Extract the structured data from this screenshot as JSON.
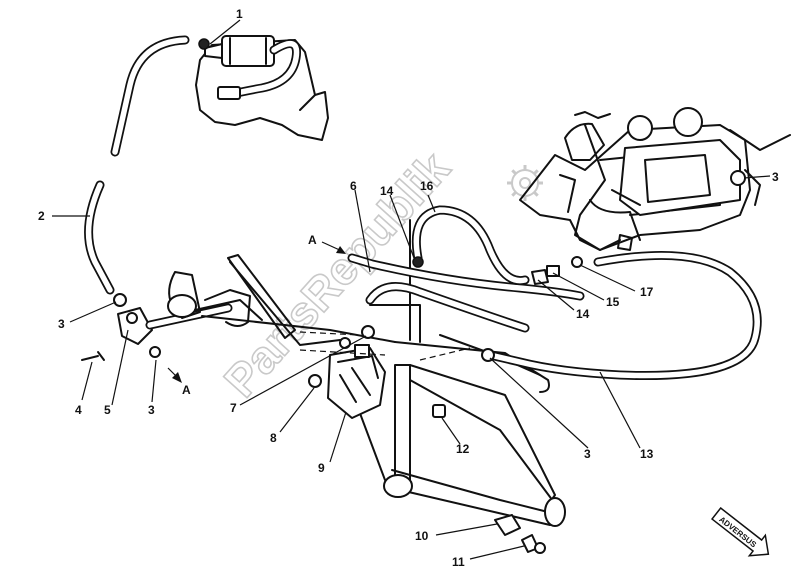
{
  "callouts": [
    {
      "id": "c1",
      "text": "1"
    },
    {
      "id": "c2",
      "text": "2"
    },
    {
      "id": "c3a",
      "text": "3"
    },
    {
      "id": "c3b",
      "text": "3"
    },
    {
      "id": "c3c",
      "text": "3"
    },
    {
      "id": "c3d",
      "text": "3"
    },
    {
      "id": "c4",
      "text": "4"
    },
    {
      "id": "c5",
      "text": "5"
    },
    {
      "id": "c6",
      "text": "6"
    },
    {
      "id": "c7",
      "text": "7"
    },
    {
      "id": "c8",
      "text": "8"
    },
    {
      "id": "c9",
      "text": "9"
    },
    {
      "id": "c10",
      "text": "10"
    },
    {
      "id": "c11",
      "text": "11"
    },
    {
      "id": "c12",
      "text": "12"
    },
    {
      "id": "c13",
      "text": "13"
    },
    {
      "id": "c14a",
      "text": "14"
    },
    {
      "id": "c14b",
      "text": "14"
    },
    {
      "id": "c15",
      "text": "15"
    },
    {
      "id": "c16",
      "text": "16"
    },
    {
      "id": "c17",
      "text": "17"
    }
  ],
  "arrows": {
    "a_top": "A",
    "a_bottom": "A",
    "adversus": "ADVERSUS"
  },
  "watermark": {
    "text": "PartsRepublik",
    "icon": "gear-icon"
  }
}
